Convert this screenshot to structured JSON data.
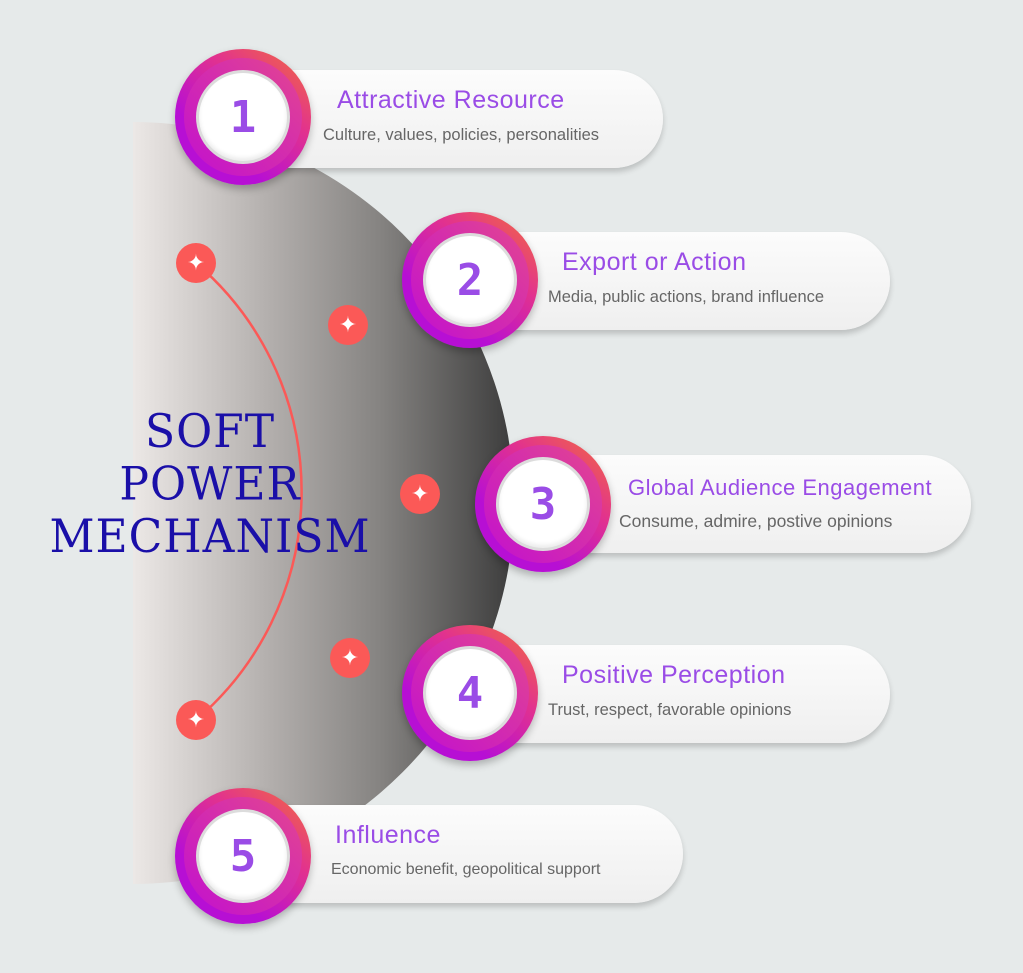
{
  "title": {
    "line1": "SOFT",
    "line2": "POWER",
    "line3": "MECHANISM"
  },
  "colors": {
    "accent": "#9a4ce6",
    "title": "#1a0fa8",
    "star": "#fb5957"
  },
  "steps": [
    {
      "number": "1",
      "title": "Attractive Resource",
      "subtitle": "Culture, values, policies, personalities"
    },
    {
      "number": "2",
      "title": "Export or Action",
      "subtitle": "Media, public actions, brand influence"
    },
    {
      "number": "3",
      "title": "Global Audience Engagement",
      "subtitle": "Consume, admire, postive opinions"
    },
    {
      "number": "4",
      "title": "Positive Perception",
      "subtitle": "Trust, respect, favorable opinions"
    },
    {
      "number": "5",
      "title": "Influence",
      "subtitle": "Economic benefit, geopolitical support"
    }
  ],
  "star_icon": "sparkle-icon"
}
